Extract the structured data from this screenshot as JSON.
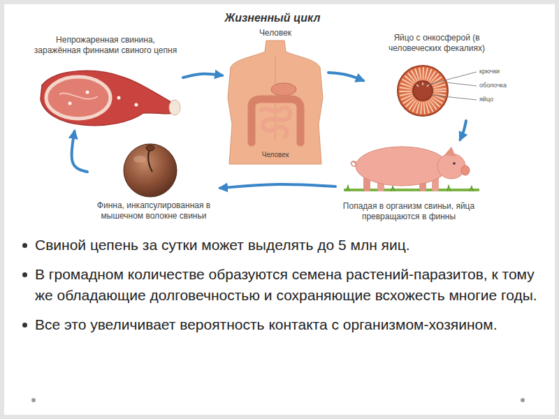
{
  "diagram": {
    "title": "Жизненный цикл",
    "nodes": [
      {
        "text": [
          "Непрожаренная свинина, заражённая финнами свиного цепня"
        ]
      },
      {
        "text": [
          "Человек",
          "Человек"
        ]
      },
      {
        "text": [
          "Яйцо с онкосферой (в человеческих фекалиях)"
        ]
      },
      {
        "text": [
          "Попадая в организм свиньи, яйца превращаются в финны"
        ]
      },
      {
        "text": [
          "Финна, инкапсулированная в мышечном волокне свиньи"
        ]
      }
    ],
    "edges": [
      {
        "from": 0,
        "to": 1,
        "arrow": "to"
      },
      {
        "from": 1,
        "to": 2,
        "arrow": "to"
      },
      {
        "from": 2,
        "to": 3,
        "arrow": "to"
      },
      {
        "from": 3,
        "to": 4,
        "arrow": "to"
      },
      {
        "from": 4,
        "to": 0,
        "arrow": "to"
      }
    ],
    "labels": [
      "крючки",
      "оболочка",
      "яйцо",
      "Свиной цепень за сутки может выделять до 5 млн яиц.",
      "В громадном количестве образуются семена растений-паразитов, к тому же обладающие долговечностью и сохраняющие всхожесть многие годы.",
      "Все это увеличивает вероятность контакта с организмом-хозяином."
    ]
  }
}
